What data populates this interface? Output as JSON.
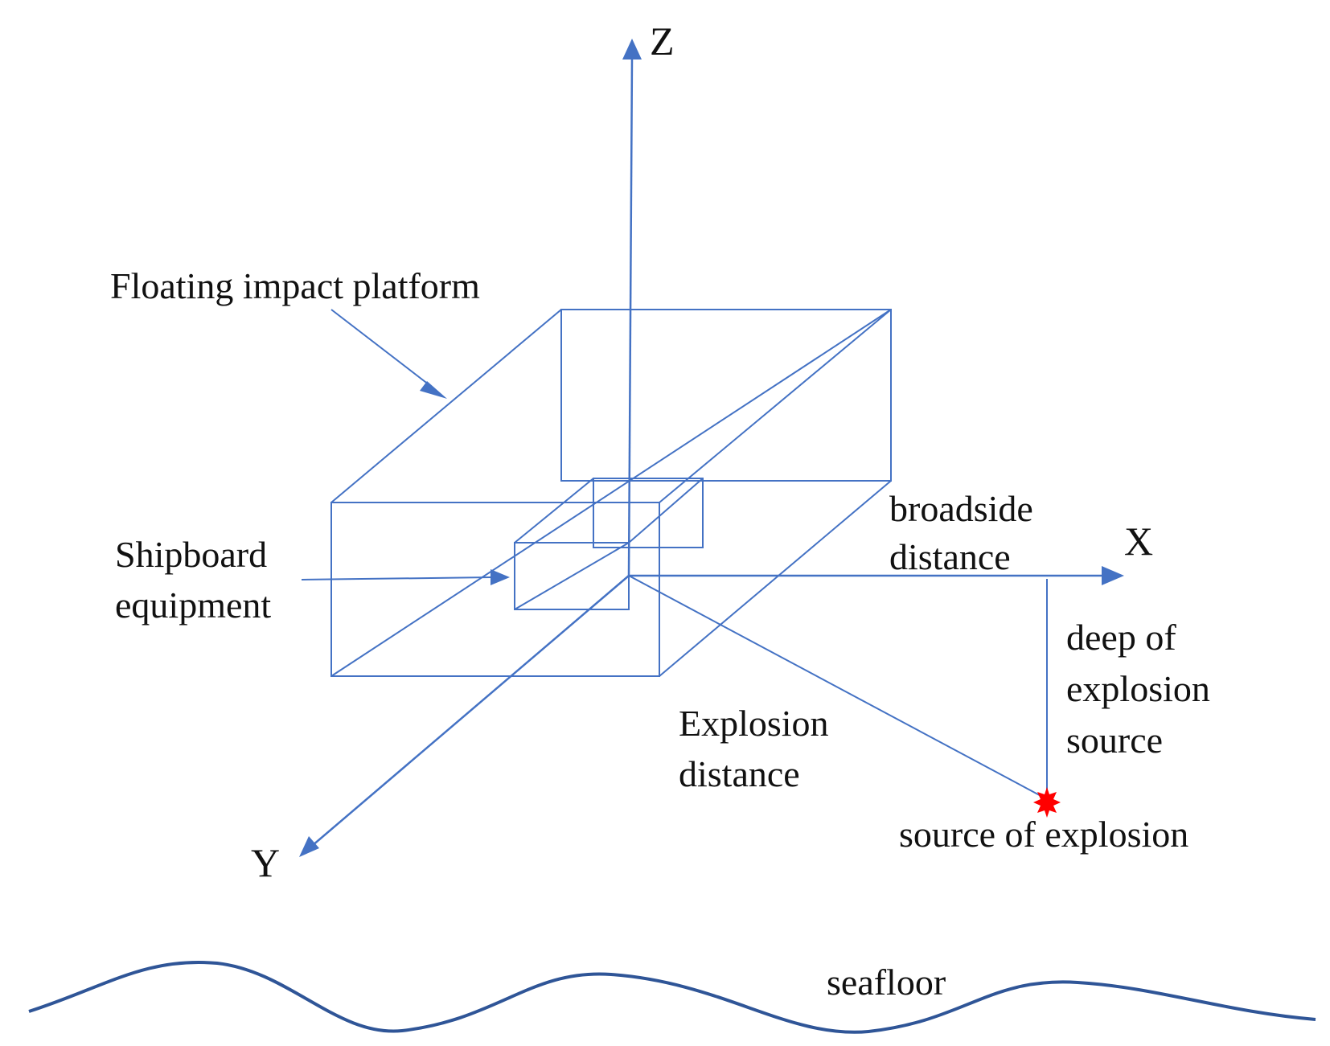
{
  "labels": {
    "z_axis": "Z",
    "x_axis": "X",
    "y_axis": "Y",
    "platform": "Floating impact platform",
    "equipment_line1": "Shipboard",
    "equipment_line2": "equipment",
    "broadside_line1": "broadside",
    "broadside_line2": "distance",
    "deep_line1": "deep of",
    "deep_line2": "explosion",
    "deep_line3": "source",
    "explosion_distance_line1": "Explosion",
    "explosion_distance_line2": "distance",
    "source": "source of explosion",
    "seafloor": "seafloor"
  },
  "colors": {
    "lines": "#4472c4",
    "seafloor": "#2f5597",
    "explosion": "#ff0000",
    "text": "#111111"
  },
  "icons": {
    "explosion_marker": "red-starburst-icon"
  }
}
